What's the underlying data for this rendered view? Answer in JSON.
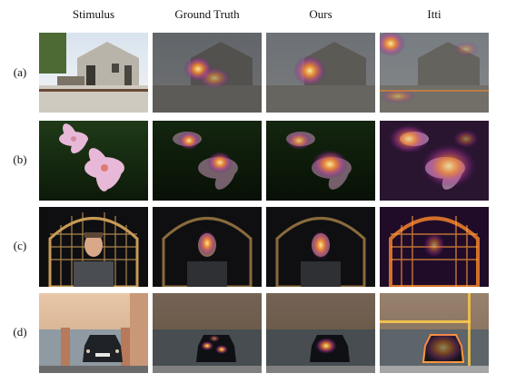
{
  "columns": [
    "Stimulus",
    "Ground Truth",
    "Ours",
    "Itti"
  ],
  "rows": [
    {
      "label": "(a)",
      "scene": "barn"
    },
    {
      "label": "(b)",
      "scene": "lilies"
    },
    {
      "label": "(c)",
      "scene": "chair-man"
    },
    {
      "label": "(d)",
      "scene": "car-garage"
    }
  ],
  "colors": {
    "heat_core": "#fff3a0",
    "heat_mid": "#ff8a2a",
    "heat_outer": "#c03aa0",
    "dark_overlay": "#000000"
  }
}
